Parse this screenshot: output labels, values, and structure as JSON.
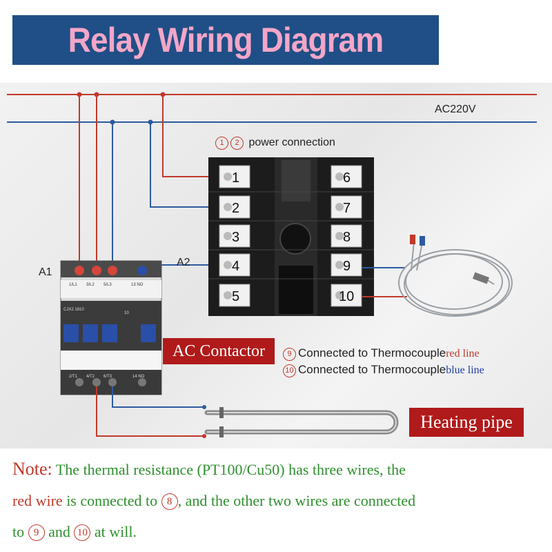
{
  "title": "Relay Wiring Diagram",
  "supply_label": "AC220V",
  "power_label": {
    "n1": "1",
    "n2": "2",
    "text": "power connection"
  },
  "terminals_left": [
    "1",
    "2",
    "3",
    "4",
    "5"
  ],
  "terminals_right": [
    "6",
    "7",
    "8",
    "9",
    "10"
  ],
  "contactor_side_labels": {
    "a1": "A1",
    "a2": "A2"
  },
  "contactor_marks": {
    "model": "CJX2 1810",
    "top_l1": "1/L1",
    "top_l2": "3/L2",
    "top_l3": "5/L3",
    "top_no": "13 NO",
    "bot_t1": "2/T1",
    "bot_t2": "4/T2",
    "bot_t3": "6/T3",
    "bot_no": "14 NO",
    "aux": "10"
  },
  "ac_contactor_label": "AC Contactor",
  "heating_pipe_label": "Heating pipe",
  "thermocouple": {
    "line9": {
      "num": "9",
      "text": "Connected to Thermocouple",
      "wire": "red line"
    },
    "line10": {
      "num": "10",
      "text": "Connected to Thermocouple",
      "wire": "blue line"
    }
  },
  "note": {
    "label": "Note:",
    "part1": " The thermal resistance (PT100/Cu50) has three wires, the",
    "red_wire": "red wire",
    "part2": " is connected to ",
    "n8": "8",
    "part3": ", and the other two wires are connected",
    "part4": "to ",
    "n9": "9",
    "part5": " and ",
    "n10": "10",
    "part6": " at will."
  },
  "colors": {
    "banner": "#1f4f86",
    "banner_text": "#f4a6c8",
    "red_wire": "#c0392b",
    "blue_wire": "#2c5aa0",
    "label_bg": "#b01a1a",
    "note_text": "#2f8f2f"
  }
}
